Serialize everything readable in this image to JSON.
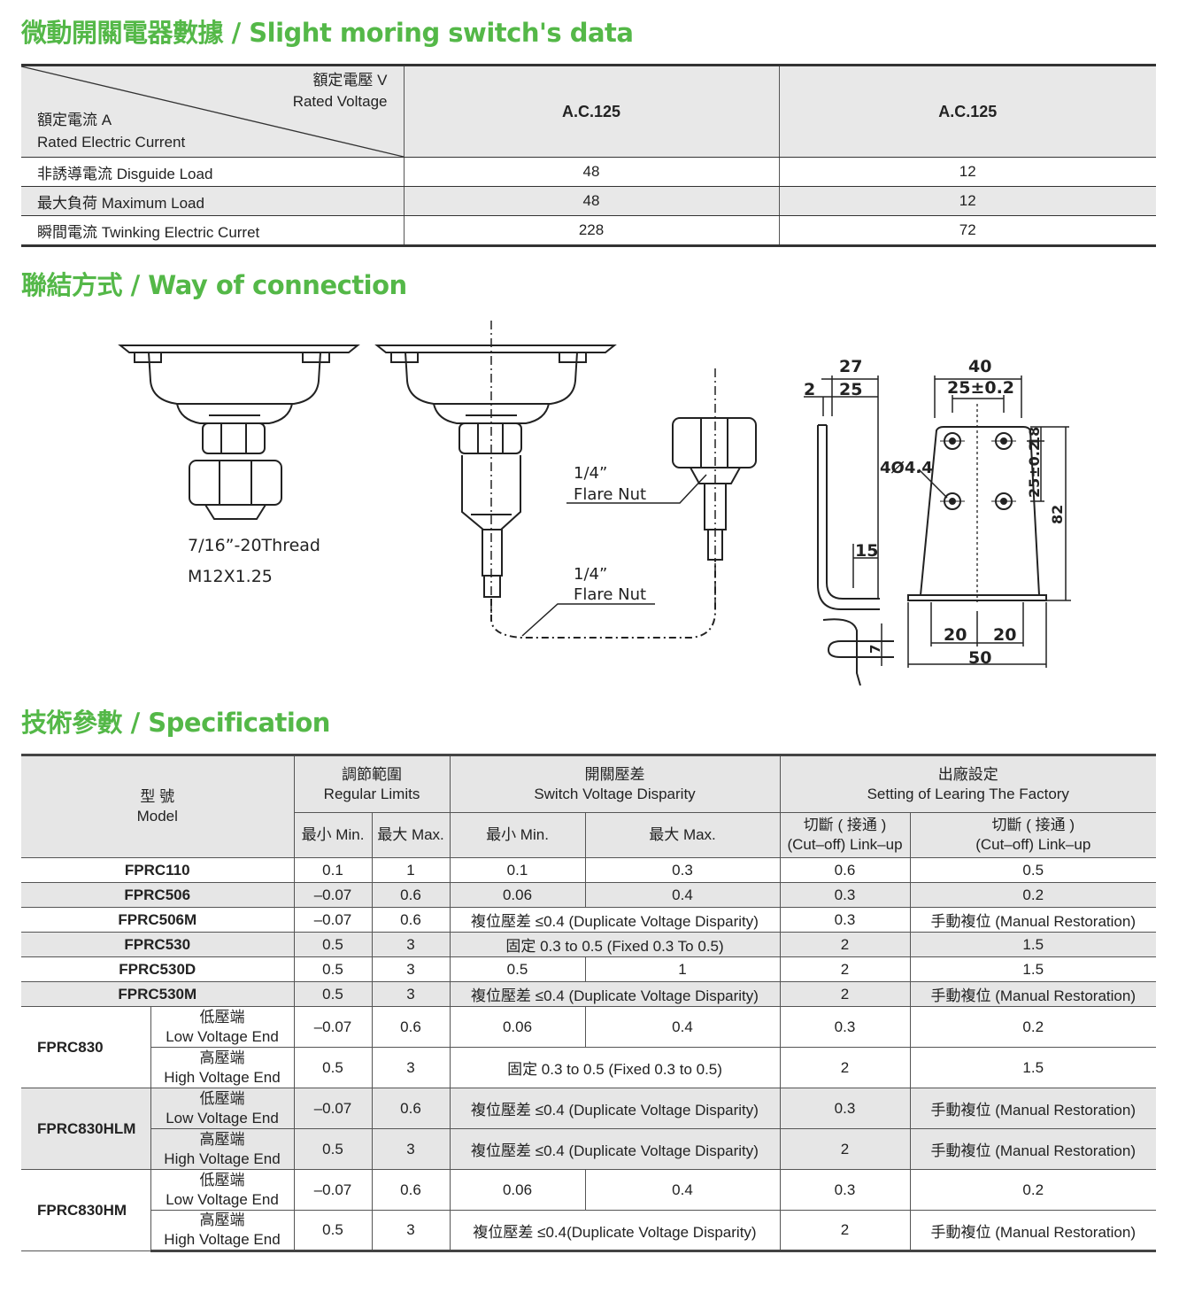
{
  "headings": {
    "data": "微動開關電器數據 / Slight moring switch's data",
    "connection": "聯結方式 / Way of connection",
    "spec": "技術參數 / Specification"
  },
  "switch_data": {
    "header": {
      "voltage_zh": "額定電壓 V",
      "voltage_en": "Rated Voltage",
      "current_zh": "額定電流 A",
      "current_en": "Rated Electric Current",
      "col1": "A.C.125",
      "col2": "A.C.125"
    },
    "rows": [
      {
        "label": "非誘導電流 Disguide Load",
        "v1": "48",
        "v2": "12"
      },
      {
        "label": "最大負荷 Maximum Load",
        "v1": "48",
        "v2": "12"
      },
      {
        "label": "瞬間電流 Twinking Electric Curret",
        "v1": "228",
        "v2": "72"
      }
    ]
  },
  "diagram": {
    "thread1": "7/16”-20Thread",
    "thread2": "M12X1.25",
    "flare1a": "1/4”",
    "flare1b": "Flare Nut",
    "flare2a": "1/4”",
    "flare2b": "Flare Nut",
    "dims": {
      "d27": "27",
      "d2": "2",
      "d25": "25",
      "d15": "15",
      "d7": "7",
      "d40": "40",
      "d25tol": "25±0.2",
      "d4hole": "4Ø4.4",
      "d25tolv": "25±0.2",
      "d18": "18",
      "d82": "82",
      "d20a": "20",
      "d20b": "20",
      "d50": "50"
    }
  },
  "spec": {
    "headers": {
      "model_zh": "型 號",
      "model_en": "Model",
      "limits_zh": "調節範圍",
      "limits_en": "Regular Limits",
      "disp_zh": "開關壓差",
      "disp_en": "Switch Voltage Disparity",
      "factory_zh": "出廠設定",
      "factory_en": "Setting of Learing The Factory",
      "min": "最小 Min.",
      "max": "最大 Max.",
      "min2": "最小 Min.",
      "max2": "最大 Max.",
      "cut1_zh": "切斷 ( 接通 )",
      "cut1_en": "(Cut–off) Link–up",
      "cut2_zh": "切斷 ( 接通 )",
      "cut2_en": "(Cut–off) Link–up"
    },
    "low_zh": "低壓端",
    "low_en": "Low Voltage End",
    "high_zh": "高壓端",
    "high_en": "High Voltage End",
    "rows": {
      "fprc110": {
        "model": "FPRC110",
        "min": "0.1",
        "max": "1",
        "dmin": "0.1",
        "dmax": "0.3",
        "cut": "0.6",
        "link": "0.5"
      },
      "fprc506": {
        "model": "FPRC506",
        "min": "–0.07",
        "max": "0.6",
        "dmin": "0.06",
        "dmax": "0.4",
        "cut": "0.3",
        "link": "0.2"
      },
      "fprc506m": {
        "model": "FPRC506M",
        "min": "–0.07",
        "max": "0.6",
        "disp": "複位壓差 ≤0.4 (Duplicate Voltage Disparity)",
        "cut": "0.3",
        "link": "手動複位 (Manual Restoration)"
      },
      "fprc530": {
        "model": "FPRC530",
        "min": "0.5",
        "max": "3",
        "disp": "固定 0.3 to 0.5 (Fixed 0.3 To 0.5)",
        "cut": "2",
        "link": "1.5"
      },
      "fprc530d": {
        "model": "FPRC530D",
        "min": "0.5",
        "max": "3",
        "dmin": "0.5",
        "dmax": "1",
        "cut": "2",
        "link": "1.5"
      },
      "fprc530m": {
        "model": "FPRC530M",
        "min": "0.5",
        "max": "3",
        "disp": "複位壓差 ≤0.4 (Duplicate Voltage Disparity)",
        "cut": "2",
        "link": "手動複位 (Manual Restoration)"
      },
      "fprc830": {
        "model": "FPRC830",
        "low": {
          "min": "–0.07",
          "max": "0.6",
          "dmin": "0.06",
          "dmax": "0.4",
          "cut": "0.3",
          "link": "0.2"
        },
        "high": {
          "min": "0.5",
          "max": "3",
          "disp": "固定 0.3 to 0.5 (Fixed 0.3 to 0.5)",
          "cut": "2",
          "link": "1.5"
        }
      },
      "fprc830hlm": {
        "model": "FPRC830HLM",
        "low": {
          "min": "–0.07",
          "max": "0.6",
          "disp": "複位壓差 ≤0.4 (Duplicate Voltage Disparity)",
          "cut": "0.3",
          "link": "手動複位 (Manual Restoration)"
        },
        "high": {
          "min": "0.5",
          "max": "3",
          "disp": "複位壓差 ≤0.4 (Duplicate Voltage Disparity)",
          "cut": "2",
          "link": "手動複位 (Manual Restoration)"
        }
      },
      "fprc830hm": {
        "model": "FPRC830HM",
        "low": {
          "min": "–0.07",
          "max": "0.6",
          "dmin": "0.06",
          "dmax": "0.4",
          "cut": "0.3",
          "link": "0.2"
        },
        "high": {
          "min": "0.5",
          "max": "3",
          "disp": "複位壓差 ≤0.4(Duplicate Voltage Disparity)",
          "cut": "2",
          "link": "手動複位 (Manual Restoration)"
        }
      }
    }
  }
}
